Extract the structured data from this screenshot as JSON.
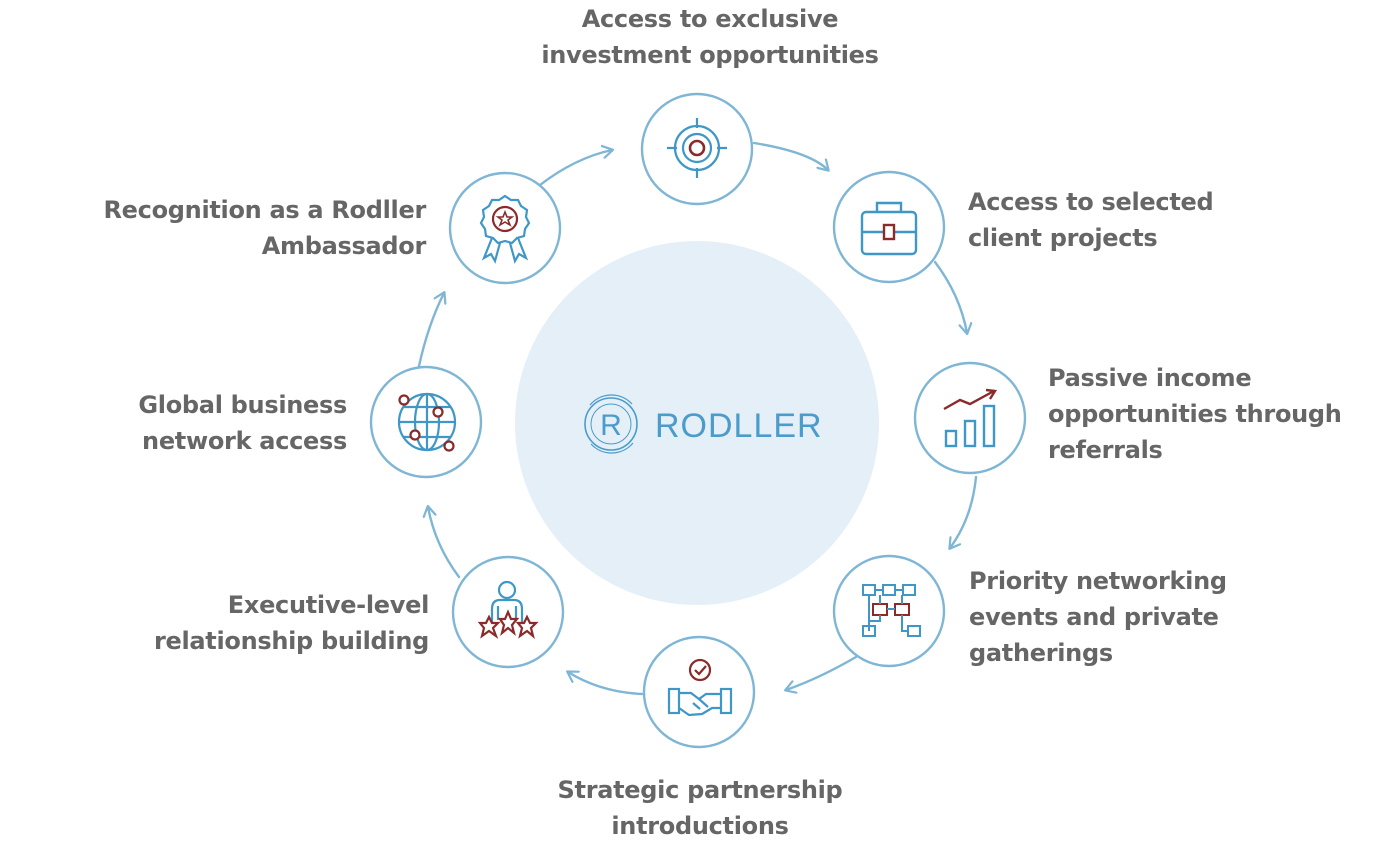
{
  "center": {
    "logo_text": "RODLLER",
    "logo_letter": "R"
  },
  "nodes": [
    {
      "icon": "target-icon",
      "lines": [
        "Access to exclusive",
        "investment opportunities"
      ]
    },
    {
      "icon": "briefcase-icon",
      "lines": [
        "Access to selected",
        "client projects"
      ]
    },
    {
      "icon": "bar-chart-icon",
      "lines": [
        "Passive income",
        "opportunities through",
        "referrals"
      ]
    },
    {
      "icon": "network-icon",
      "lines": [
        "Priority networking",
        "events and private",
        "gatherings"
      ]
    },
    {
      "icon": "handshake-icon",
      "lines": [
        "Strategic partnership",
        "introductions"
      ]
    },
    {
      "icon": "person-stars-icon",
      "lines": [
        "Executive-level",
        "relationship building"
      ]
    },
    {
      "icon": "globe-icon",
      "lines": [
        "Global business",
        "network access"
      ]
    },
    {
      "icon": "award-icon",
      "lines": [
        "Recognition as a Rodller",
        "Ambassador"
      ]
    }
  ],
  "colors": {
    "ring": "#7fb6d6",
    "icon_blue": "#3f97c8",
    "icon_red": "#8a2a2a",
    "center_fill": "#e4eff7",
    "text": "#666666"
  }
}
